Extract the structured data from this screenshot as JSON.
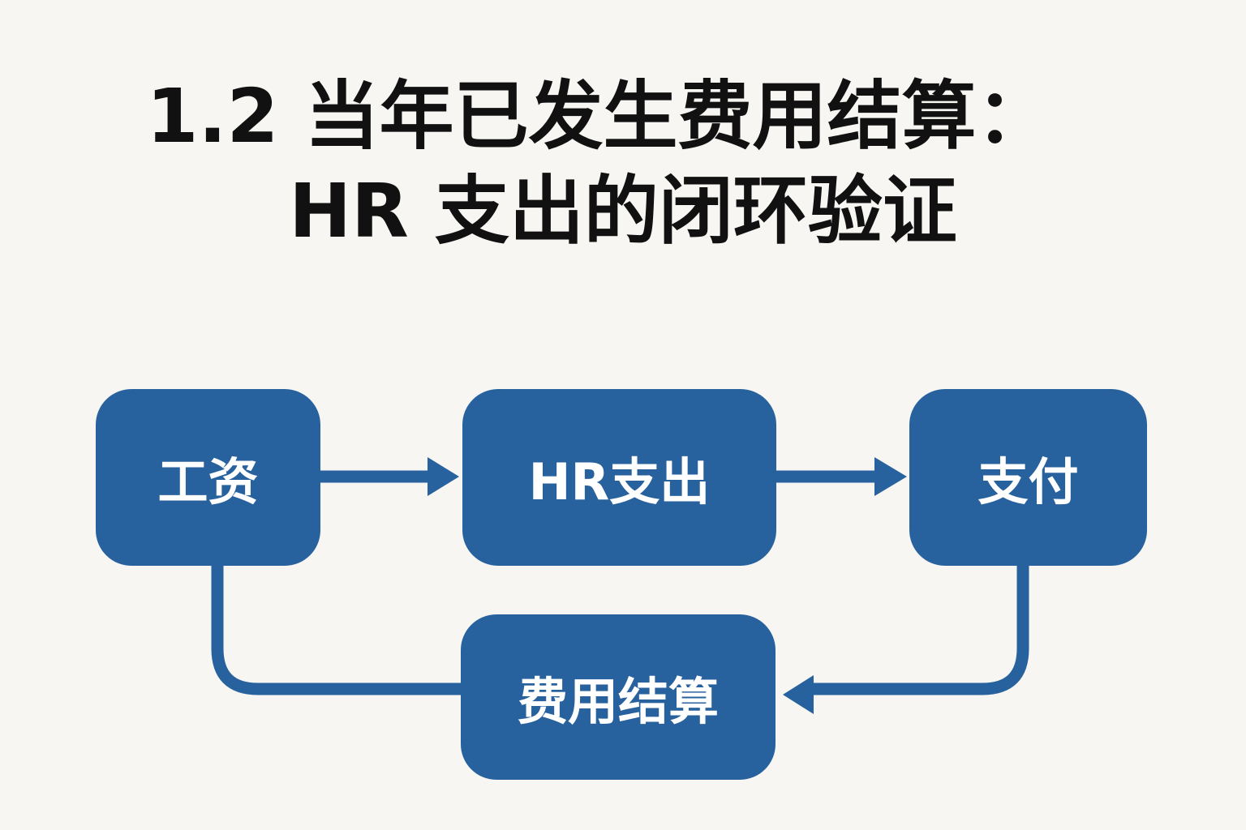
{
  "title": {
    "line1": "1.2 当年已发生费用结算：",
    "line2": "HR 支出的闭环验证"
  },
  "colors": {
    "node_fill": "#28629e",
    "arrow": "#28629e",
    "background": "#f7f6f3",
    "text": "#111111"
  },
  "nodes": [
    {
      "id": "salary",
      "label": "工资"
    },
    {
      "id": "hr-expense",
      "label": "HR支出"
    },
    {
      "id": "payment",
      "label": "支付"
    },
    {
      "id": "settlement",
      "label": "费用结算"
    }
  ],
  "edges": [
    {
      "from": "salary",
      "to": "hr-expense"
    },
    {
      "from": "hr-expense",
      "to": "payment"
    },
    {
      "from": "payment",
      "to": "settlement"
    },
    {
      "from": "salary",
      "to": "settlement"
    }
  ]
}
